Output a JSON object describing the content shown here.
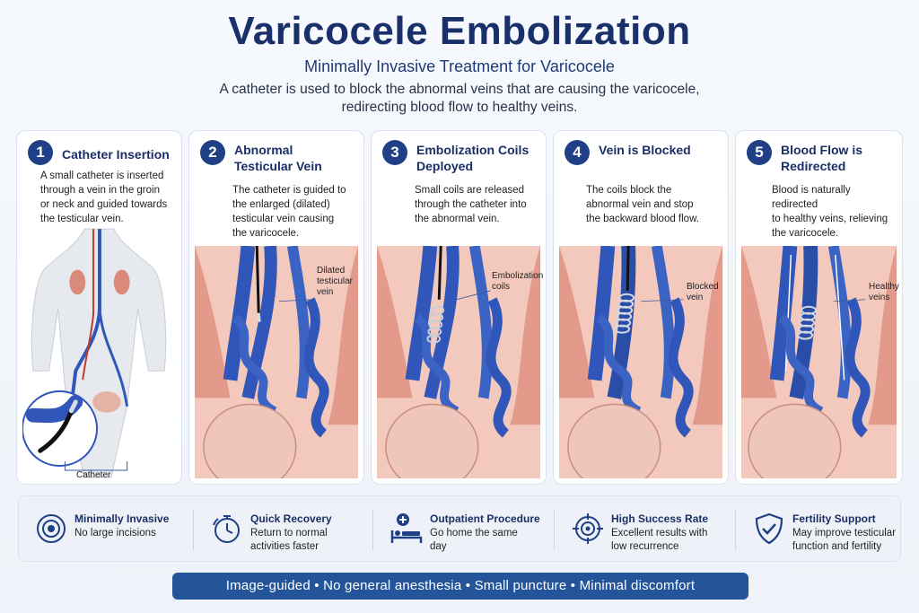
{
  "header": {
    "title": "Varicocele Embolization",
    "subtitle": "Minimally Invasive Treatment for Varicocele",
    "description_line1": "A catheter is used to block the abnormal veins that are causing the varicocele,",
    "description_line2": "redirecting blood flow to healthy veins."
  },
  "steps": [
    {
      "number": "1",
      "title_line1": "Catheter Insertion",
      "title_line2": "",
      "text": [
        "A small catheter is inserted",
        "through a vein in the groin",
        "or neck and guided towards",
        "the testicular vein."
      ],
      "callout": [
        "Catheter"
      ]
    },
    {
      "number": "2",
      "title_line1": "Abnormal",
      "title_line2": "Testicular Vein",
      "text": [
        "The catheter is guided to",
        "the enlarged (dilated)",
        "testicular vein causing",
        "the varicocele."
      ],
      "callout": [
        "Dilated",
        "testicular",
        "vein"
      ]
    },
    {
      "number": "3",
      "title_line1": "Embolization Coils",
      "title_line2": "Deployed",
      "text": [
        "Small coils are released",
        "through the catheter into",
        "the abnormal vein."
      ],
      "callout": [
        "Embolization",
        "coils"
      ]
    },
    {
      "number": "4",
      "title_line1": "Vein is Blocked",
      "title_line2": "",
      "text": [
        "The coils block the",
        "abnormal vein and stop",
        "the backward blood flow."
      ],
      "callout": [
        "Blocked",
        "vein"
      ]
    },
    {
      "number": "5",
      "title_line1": "Blood Flow is",
      "title_line2": "Redirected",
      "text": [
        "Blood is naturally redirected",
        "to healthy veins, relieving",
        "the varicocele."
      ],
      "callout": [
        "Healthy",
        "veins"
      ]
    }
  ],
  "features": [
    {
      "icon": "target-icon",
      "title": "Minimally Invasive",
      "text": [
        "No large incisions"
      ]
    },
    {
      "icon": "stopwatch-icon",
      "title": "Quick Recovery",
      "text": [
        "Return to normal",
        "activities faster"
      ]
    },
    {
      "icon": "hospital-bed-icon",
      "title": "Outpatient Procedure",
      "text": [
        "Go home the same",
        "day"
      ]
    },
    {
      "icon": "crosshair-icon",
      "title": "High Success Rate",
      "text": [
        "Excellent results with",
        "low recurrence"
      ]
    },
    {
      "icon": "shield-check-icon",
      "title": "Fertility Support",
      "text": [
        "May improve testicular",
        "function and fertility"
      ]
    }
  ],
  "banner": "Image-guided  •  No general anesthesia  •  Small puncture  •  Minimal discomfort",
  "colors": {
    "navy": "#1f3f86",
    "vein_blue": "#2f56b8",
    "tissue": "#e8a79a",
    "testis": "#f1cfc6",
    "coil": "#c9ced6"
  }
}
